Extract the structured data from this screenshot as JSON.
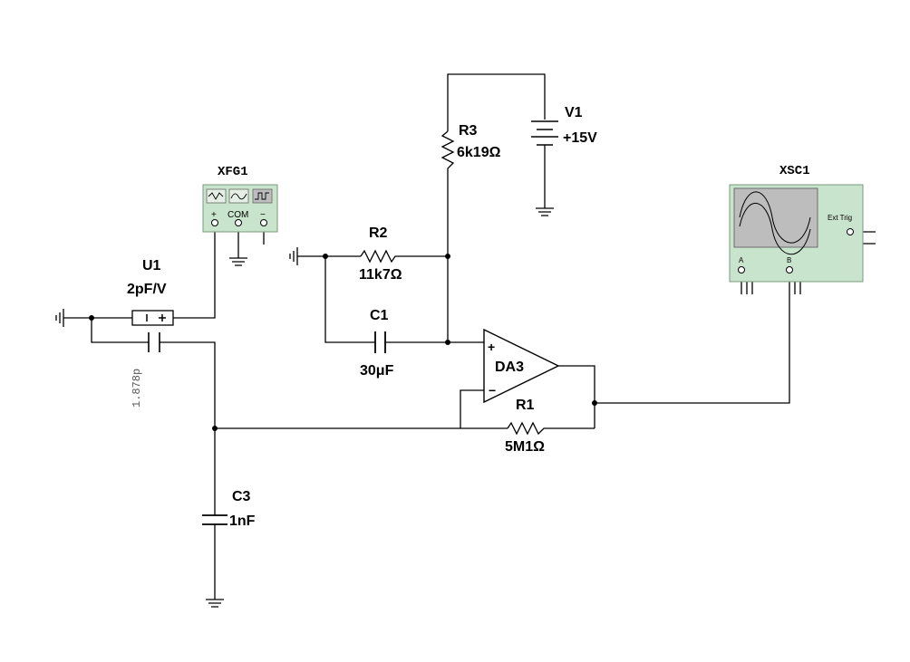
{
  "components": {
    "function_generator": {
      "ref": "XFG1",
      "pin_com": "COM",
      "pin_plus": "+",
      "pin_minus": "−"
    },
    "u1": {
      "ref": "U1",
      "value": "2pF/V",
      "probe": "1.878p"
    },
    "r2": {
      "ref": "R2",
      "value": "11k7Ω"
    },
    "r3": {
      "ref": "R3",
      "value": "6k19Ω"
    },
    "v1": {
      "ref": "V1",
      "value": "+15V"
    },
    "c1": {
      "ref": "C1",
      "value": "30μF"
    },
    "da3": {
      "ref": "DA3",
      "plus": "+",
      "minus": "−"
    },
    "r1": {
      "ref": "R1",
      "value": "5M1Ω"
    },
    "c3": {
      "ref": "C3",
      "value": "1nF"
    },
    "oscilloscope": {
      "ref": "XSC1",
      "ext_trig": "Ext Trig",
      "channel_a": "A",
      "channel_b": "B"
    }
  },
  "colors": {
    "instrument_body": "#c9e4cc",
    "instrument_border": "#7a9a7d",
    "screen": "#bdbdbd"
  }
}
